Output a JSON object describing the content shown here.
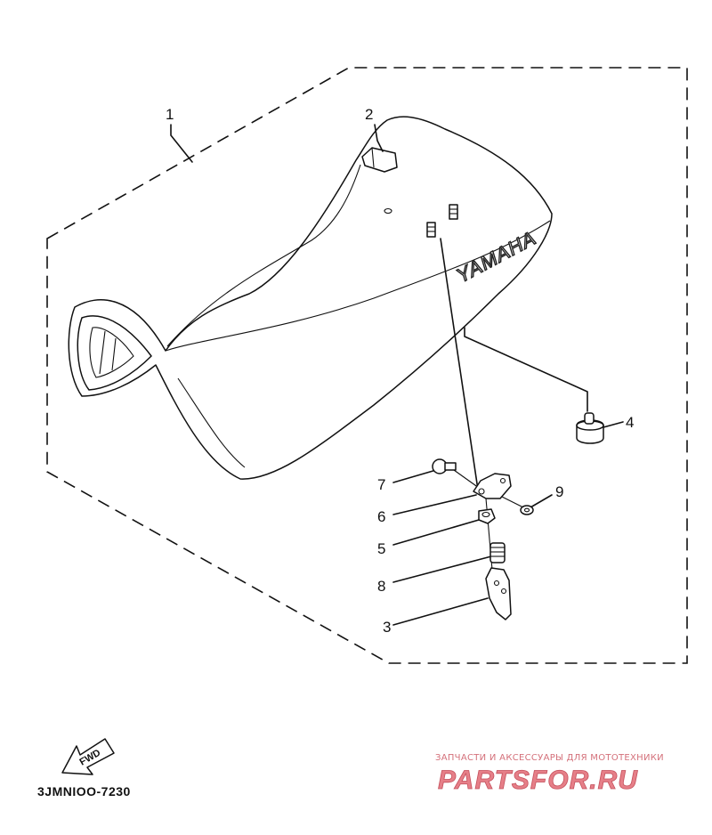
{
  "diagram": {
    "brand_text": "YAMAHA",
    "fwd_label": "FWD",
    "drawing_code": "3JMNIOO-7230",
    "callouts": [
      {
        "id": "c1",
        "label": "1"
      },
      {
        "id": "c2",
        "label": "2"
      },
      {
        "id": "c3",
        "label": "3"
      },
      {
        "id": "c4",
        "label": "4"
      },
      {
        "id": "c5",
        "label": "5"
      },
      {
        "id": "c6",
        "label": "6"
      },
      {
        "id": "c7",
        "label": "7"
      },
      {
        "id": "c8",
        "label": "8"
      },
      {
        "id": "c9",
        "label": "9"
      }
    ]
  },
  "watermark": {
    "tagline": "ЗАПЧАСТИ И АКСЕССУАРЫ ДЛЯ МОТОТЕХНИКИ",
    "site": "PARTSFOR.RU",
    "color": "#e67f88"
  }
}
